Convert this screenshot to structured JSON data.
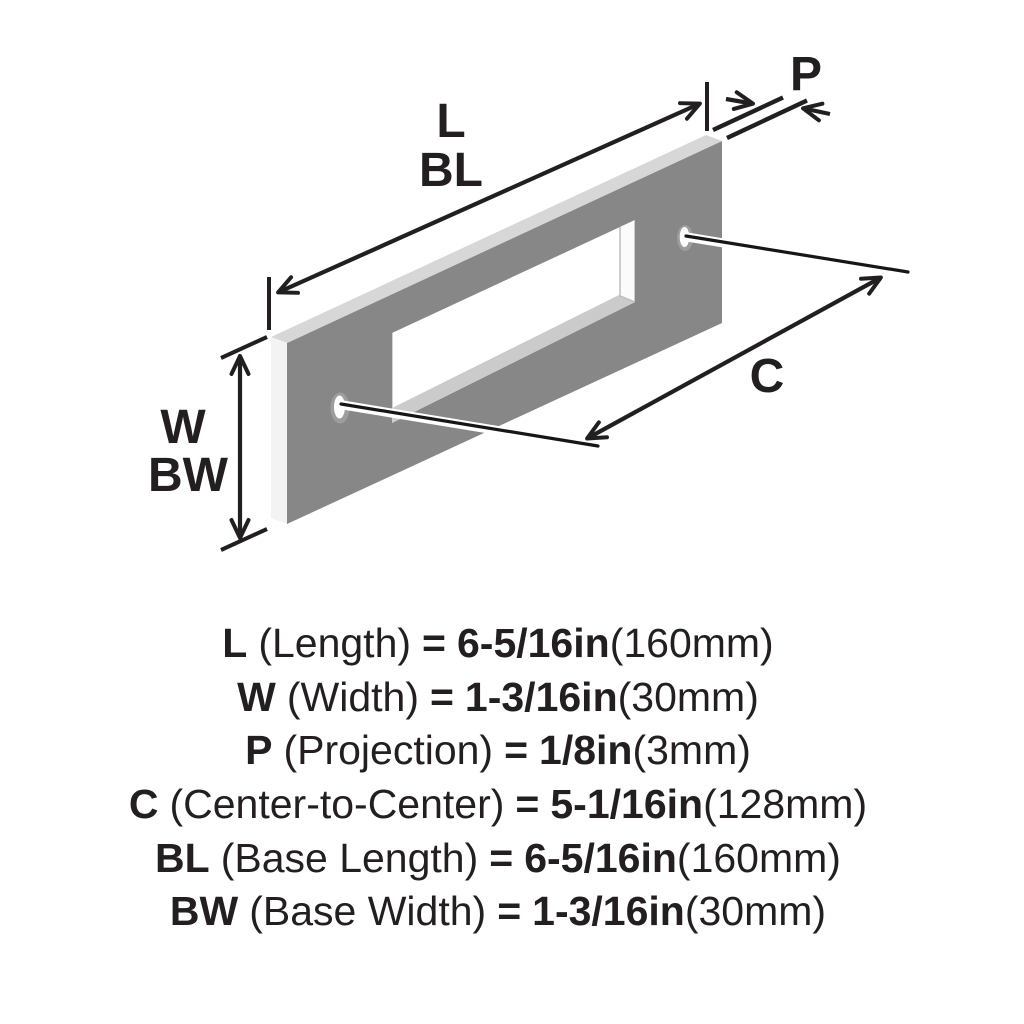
{
  "colors": {
    "ink": "#231f20",
    "plate_face": "#878787",
    "plate_top_edge": "#d7d7d7",
    "plate_side_edge": "#f3f3f3",
    "cutout_bottom_wall": "#cbcbcb",
    "cutout_right_wall": "#fbfbfb",
    "hole_rim": "#9d9d9d",
    "hole_center": "#ffffff",
    "background": "#ffffff"
  },
  "diagram": {
    "labels": {
      "length": "L",
      "base_length": "BL",
      "projection": "P",
      "width": "W",
      "base_width": "BW",
      "center_to_center": "C"
    }
  },
  "legend": {
    "rows": [
      {
        "code": "L",
        "name": "(Length)",
        "eq": "=",
        "value": "6-5/16in",
        "metric": "(160mm)"
      },
      {
        "code": "W",
        "name": "(Width)",
        "eq": "=",
        "value": "1-3/16in",
        "metric": "(30mm)"
      },
      {
        "code": "P",
        "name": "(Projection)",
        "eq": "=",
        "value": "1/8in",
        "metric": "(3mm)"
      },
      {
        "code": "C",
        "name": "(Center-to-Center)",
        "eq": "=",
        "value": "5-1/16in",
        "metric": "(128mm)"
      },
      {
        "code": "BL",
        "name": "(Base Length)",
        "eq": "=",
        "value": "6-5/16in",
        "metric": "(160mm)"
      },
      {
        "code": "BW",
        "name": "(Base Width)",
        "eq": "=",
        "value": "1-3/16in",
        "metric": "(30mm)"
      }
    ]
  }
}
